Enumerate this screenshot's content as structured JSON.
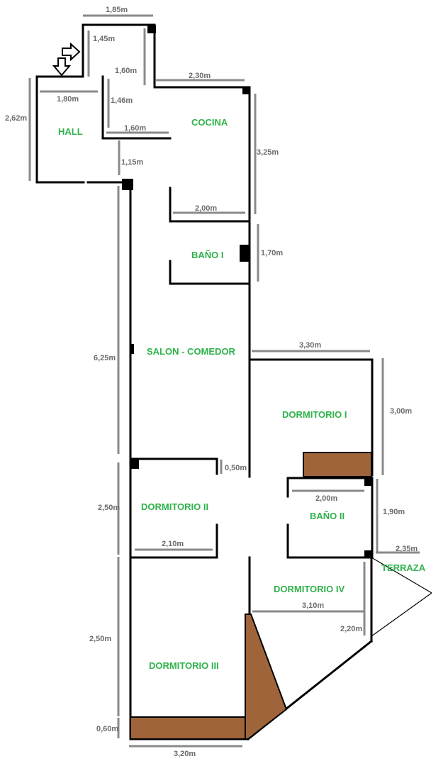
{
  "colors": {
    "room_label": "#2fb24a",
    "dimension": "#8a8a8a",
    "wall": "#000000",
    "closet": "#a0643a"
  },
  "rooms": {
    "hall": "HALL",
    "cocina": "COCINA",
    "bano1": "BAÑO I",
    "salon": "SALON - COMEDOR",
    "dorm1": "DORMITORIO I",
    "dorm2": "DORMITORIO II",
    "bano2": "BAÑO II",
    "dorm3": "DORMITORIO III",
    "dorm4": "DORMITORIO IV",
    "terraza": "TERRAZA"
  },
  "dimensions": {
    "d185": "1,85m",
    "d145": "1,45m",
    "d160a": "1,60m",
    "d230": "2,30m",
    "d262": "2,62m",
    "d180": "1,80m",
    "d146": "1,46m",
    "d160b": "1,60m",
    "d115": "1,15m",
    "d325": "3,25m",
    "d200a": "2,00m",
    "d170": "1,70m",
    "d625": "6,25m",
    "d330": "3,30m",
    "d300": "3,00m",
    "d050": "0,50m",
    "d200b": "2,00m",
    "d250a": "2,50m",
    "d190": "1,90m",
    "d210": "2,10m",
    "d235": "2,35m",
    "d310": "3,10m",
    "d220": "2,20m",
    "d250b": "2,50m",
    "d060": "0,60m",
    "d320": "3,20m"
  },
  "icons": [
    "entry-arrow-right-icon",
    "entry-arrow-down-icon"
  ]
}
